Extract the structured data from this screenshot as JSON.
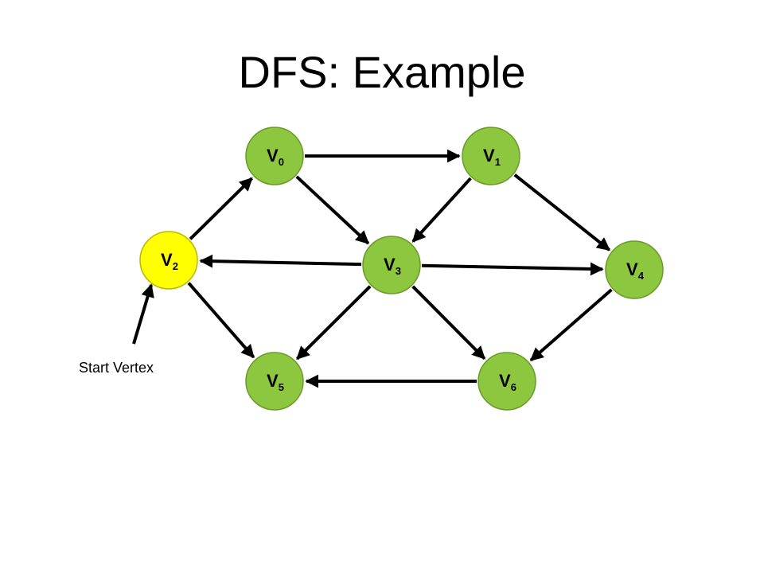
{
  "slide": {
    "title": "DFS: Example"
  },
  "colors": {
    "node_fill": "#8dc63f",
    "start_fill": "#ffff00",
    "node_stroke": "#6a9a2a",
    "edge": "#000000"
  },
  "graph": {
    "nodes": [
      {
        "id": "v0",
        "base": "V",
        "sub": "0",
        "start": false
      },
      {
        "id": "v1",
        "base": "V",
        "sub": "1",
        "start": false
      },
      {
        "id": "v2",
        "base": "V",
        "sub": "2",
        "start": true
      },
      {
        "id": "v3",
        "base": "V",
        "sub": "3",
        "start": false
      },
      {
        "id": "v4",
        "base": "V",
        "sub": "4",
        "start": false
      },
      {
        "id": "v5",
        "base": "V",
        "sub": "5",
        "start": false
      },
      {
        "id": "v6",
        "base": "V",
        "sub": "6",
        "start": false
      }
    ],
    "edges": [
      {
        "from": "v0",
        "to": "v1"
      },
      {
        "from": "v0",
        "to": "v3"
      },
      {
        "from": "v1",
        "to": "v3"
      },
      {
        "from": "v1",
        "to": "v4"
      },
      {
        "from": "v2",
        "to": "v0"
      },
      {
        "from": "v2",
        "to": "v5"
      },
      {
        "from": "v3",
        "to": "v2"
      },
      {
        "from": "v3",
        "to": "v4"
      },
      {
        "from": "v3",
        "to": "v5"
      },
      {
        "from": "v3",
        "to": "v6"
      },
      {
        "from": "v4",
        "to": "v6"
      },
      {
        "from": "v6",
        "to": "v5"
      }
    ]
  },
  "annotation": {
    "text": "Start Vertex",
    "points_to": "v2"
  }
}
